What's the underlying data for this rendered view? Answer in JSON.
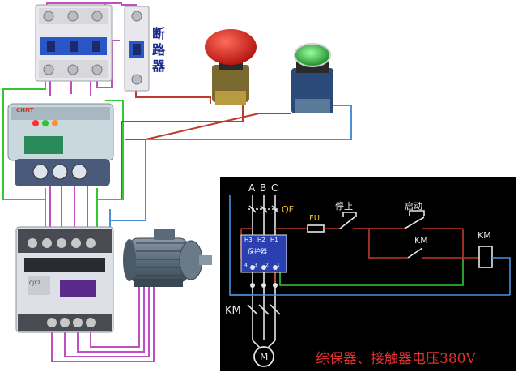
{
  "left_panel": {
    "breaker_label_chars": [
      "断",
      "路",
      "器"
    ],
    "protector_brand": "CHNT",
    "contactor_model": "CJX2"
  },
  "schematic": {
    "phases": [
      "A",
      "B",
      "C"
    ],
    "qf_label": "QF",
    "fu_label": "FU",
    "stop_label": "停止",
    "start_label": "启动",
    "km_contact_label": "KM",
    "km_coil_label": "KM",
    "km_main_label": "KM",
    "protector_terminals_top": [
      "H3",
      "H2",
      "H1"
    ],
    "protector_name": "保护器",
    "protector_terminals_bottom": [
      "4",
      "3",
      "2",
      "1"
    ],
    "motor_symbol": "M",
    "caption": "综保器、接触器电压380V"
  },
  "colors": {
    "schematic_bg": "#000000",
    "wire_red": "#c0392b",
    "wire_green": "#32c832",
    "wire_blue": "#4a90d9",
    "wire_magenta": "#c050c0",
    "wire_white": "#e6e6e6",
    "caption_red": "#e03030"
  }
}
